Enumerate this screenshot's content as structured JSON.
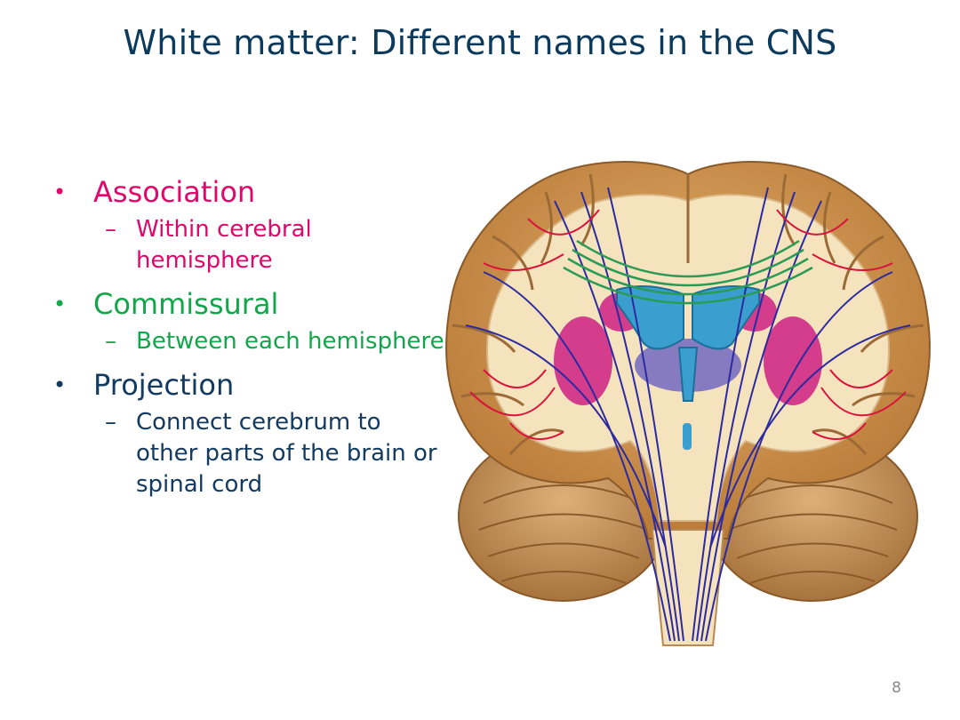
{
  "slide": {
    "title": "White matter: Different names in the CNS",
    "page_number": "8"
  },
  "bullets": [
    {
      "label": "Association",
      "detail": "Within cerebral hemisphere",
      "color": "#e0066b"
    },
    {
      "label": "Commissural",
      "detail": "Between each hemisphere",
      "color": "#12a64a"
    },
    {
      "label": "Projection",
      "detail": "Connect cerebrum to other parts of the brain or spinal cord",
      "color": "#133a61"
    }
  ],
  "symbols": {
    "bullet": "•",
    "dash": "–"
  },
  "figure": {
    "description_icon": "brain-coronal-section-illustration",
    "fiber_colors": {
      "association": "#d9133c",
      "commissural": "#2a9a55",
      "projection": "#2b2aa0"
    },
    "tissue_colors": {
      "gray_matter": "#c98b46",
      "white_matter": "#f5e3bd",
      "ventricle": "#3a9fcf",
      "nuclei": "#d33d8c",
      "thalamus": "#7a6fc0"
    }
  }
}
